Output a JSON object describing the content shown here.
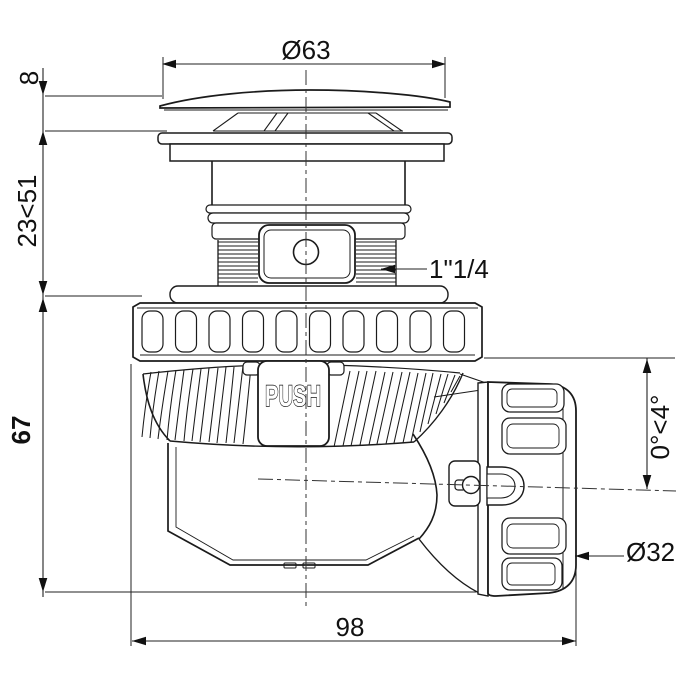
{
  "dimensions": {
    "cap_diameter": "Ø63",
    "cap_height": "8",
    "adjustable_height": "23<51",
    "body_height": "67",
    "thread_size": "1\"1/4",
    "outlet_angle": "0°<4°",
    "outlet_diameter": "Ø32",
    "overall_length": "98"
  },
  "labels": {
    "push_button": "PUSH"
  }
}
